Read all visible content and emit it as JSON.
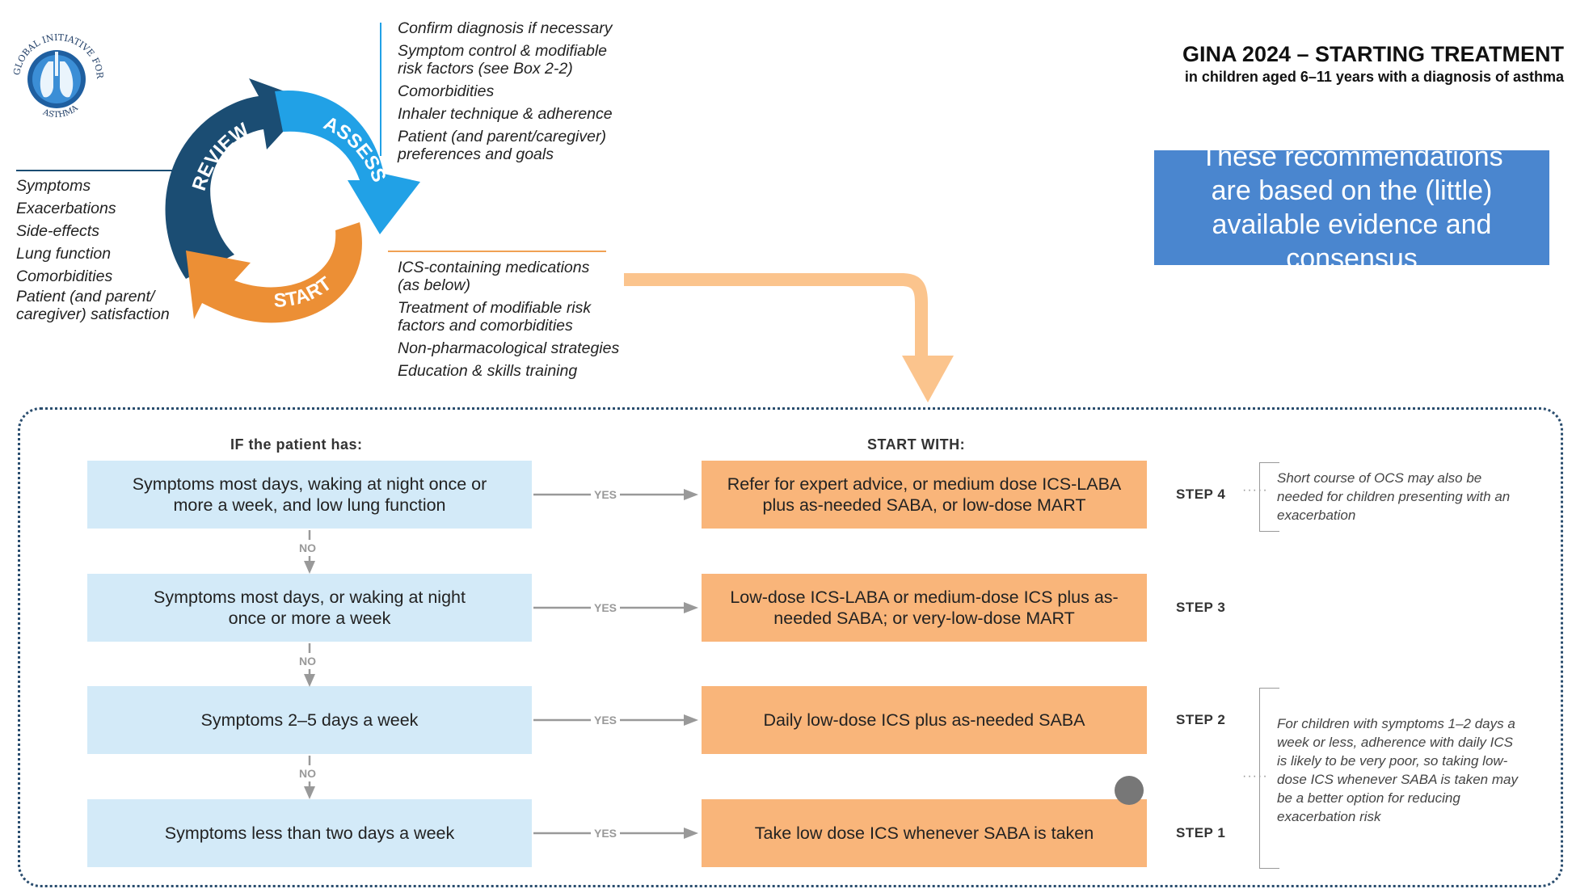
{
  "logo": {
    "text": "GLOBAL INITIATIVE FOR ASTHMA"
  },
  "cycle": {
    "review": "REVIEW",
    "assess": "ASSESS",
    "start": "START"
  },
  "review_list": [
    "Symptoms",
    "Exacerbations",
    "Side-effects",
    "Lung function",
    "Comorbidities",
    "Patient (and parent/\ncaregiver) satisfaction"
  ],
  "assess_list": [
    "Confirm diagnosis if necessary",
    "Symptom control & modifiable\nrisk factors (see Box 2-2)",
    "Comorbidities",
    "Inhaler technique & adherence",
    "Patient (and parent/caregiver)\npreferences and goals"
  ],
  "start_list": [
    "ICS-containing medications\n(as below)",
    "Treatment of modifiable risk\nfactors and comorbidities",
    "Non-pharmacological strategies",
    "Education & skills training"
  ],
  "title": "GINA 2024 – STARTING TREATMENT",
  "subtitle": "in children aged 6–11 years with a diagnosis of asthma",
  "note_box": "These recommendations are based on the (little) available evidence  and consensus",
  "headers": {
    "if": "IF the patient has:",
    "start_with": "START WITH:"
  },
  "rows": [
    {
      "condition": "Symptoms most days, waking at night once or more a week, and low lung function",
      "recommendation": "Refer for expert advice, or medium dose ICS-LABA plus as-needed SABA, or low-dose MART",
      "step": "STEP 4"
    },
    {
      "condition": "Symptoms most days, or waking at night once or more a week",
      "recommendation": "Low-dose ICS-LABA or medium-dose ICS plus as-needed SABA; or very-low-dose MART",
      "step": "STEP 3"
    },
    {
      "condition": "Symptoms 2–5 days a week",
      "recommendation": "Daily low-dose ICS plus as-needed SABA",
      "step": "STEP 2"
    },
    {
      "condition": "Symptoms less than two days a week",
      "recommendation": "Take low dose ICS whenever SABA is taken",
      "step": "STEP 1"
    }
  ],
  "yes_label": "YES",
  "no_label": "NO",
  "notes": {
    "step4": "Short course of OCS may also be needed for children presenting with an exacerbation",
    "step2_1": "For children with symptoms 1–2 days a week or less, adherence with daily ICS is likely to be very poor, so taking low-dose ICS whenever SABA is taken may be a better option for reducing exacerbation risk"
  },
  "colors": {
    "cond_bg": "#d3eaf8",
    "rec_bg": "#f9b57a",
    "note_blue": "#4a86cf",
    "review": "#1b4d73",
    "assess": "#21a1e6",
    "start": "#ec8f35"
  }
}
